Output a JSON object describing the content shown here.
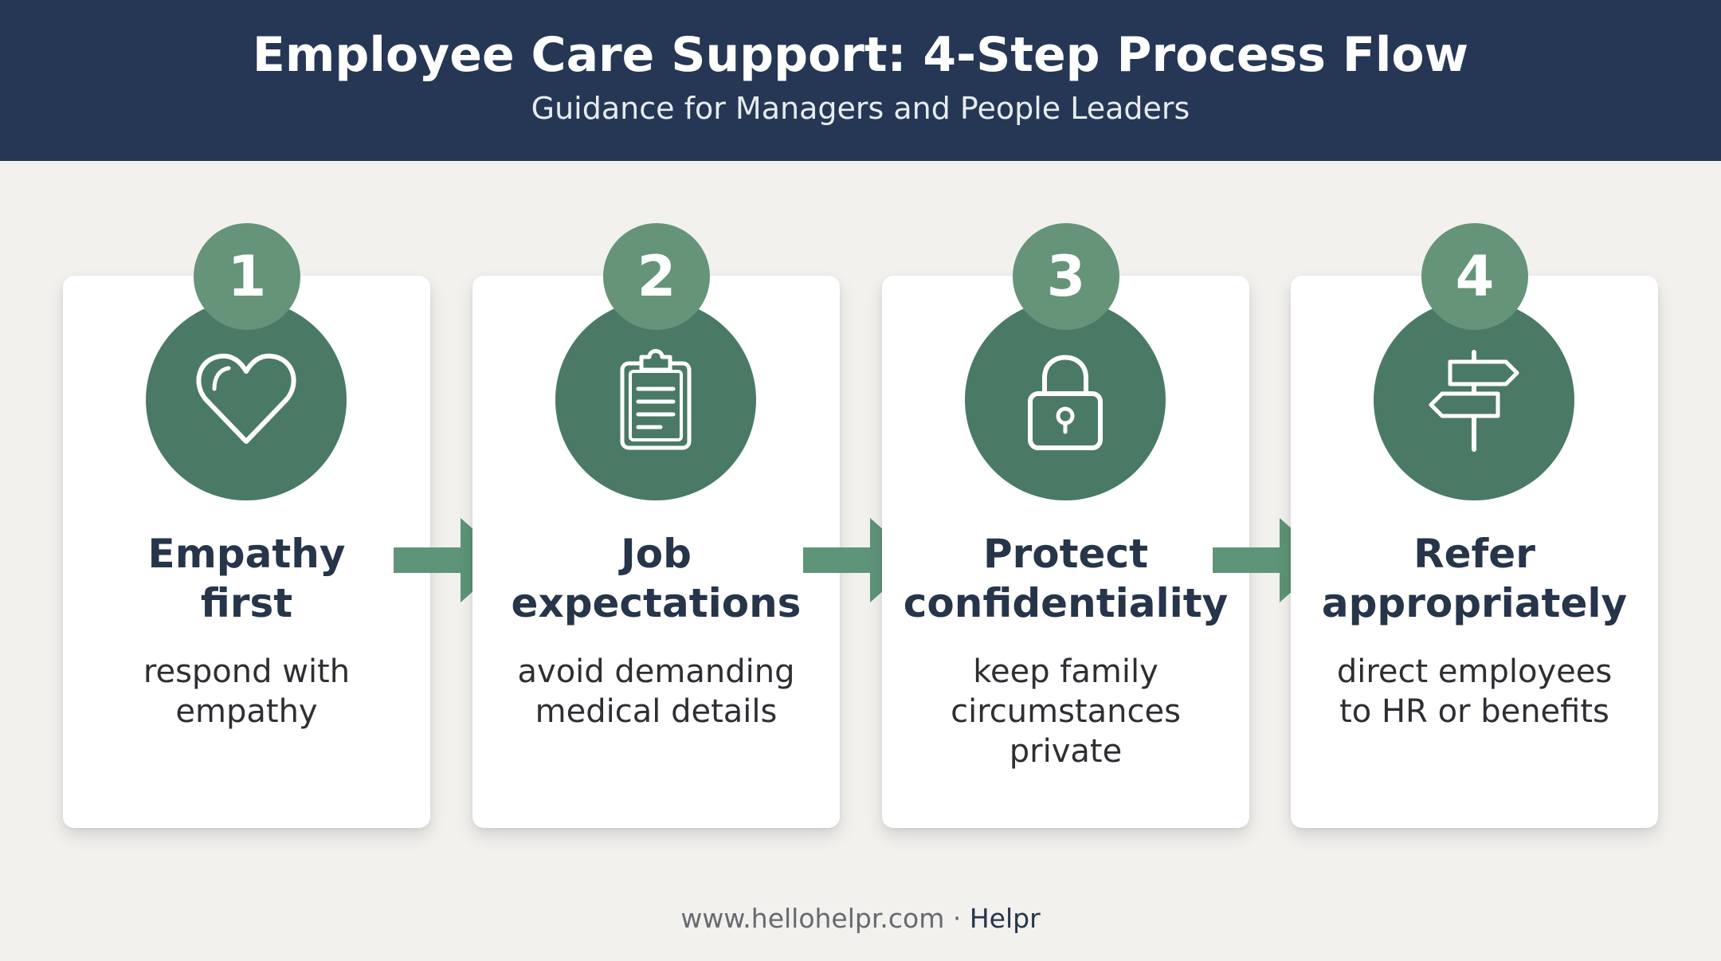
{
  "header": {
    "title": "Employee Care Support: 4-Step Process Flow",
    "subtitle": "Guidance for Managers and People Leaders"
  },
  "steps": [
    {
      "number": "1",
      "icon": "heart-icon",
      "title_line1": "Empathy",
      "title_line2": "first",
      "desc_line1": "respond with",
      "desc_line2": "empathy",
      "desc_line3": ""
    },
    {
      "number": "2",
      "icon": "clipboard-icon",
      "title_line1": "Job",
      "title_line2": "expectations",
      "desc_line1": "avoid demanding",
      "desc_line2": "medical details",
      "desc_line3": ""
    },
    {
      "number": "3",
      "icon": "lock-icon",
      "title_line1": "Protect",
      "title_line2": "confidentiality",
      "desc_line1": "keep family",
      "desc_line2": "circumstances",
      "desc_line3": "private"
    },
    {
      "number": "4",
      "icon": "signpost-icon",
      "title_line1": "Refer",
      "title_line2": "appropriately",
      "desc_line1": "direct employees",
      "desc_line2": "to HR or benefits",
      "desc_line3": ""
    }
  ],
  "footer": {
    "url": "www.hellohelpr.com",
    "separator": " · ",
    "brand": "Helpr"
  },
  "colors": {
    "header_bg": "#253754",
    "icon_circle": "#4a7a65",
    "badge": "#659479",
    "arrow": "#5e9478",
    "background": "#f2f1ee"
  }
}
